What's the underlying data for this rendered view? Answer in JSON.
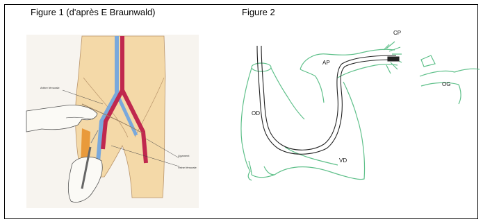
{
  "figure1": {
    "caption": "Figure 1 (d'après E Braunwald)",
    "labels": {
      "artery": "Artère fémorale",
      "ligament": "Ligament",
      "vein": "Veine fémorale"
    }
  },
  "figure2": {
    "caption": "Figure 2",
    "labels": {
      "cp": "CP",
      "ap": "AP",
      "od": "OD",
      "vd": "VD",
      "og": "OG"
    }
  },
  "colors": {
    "skin": "#f4d9a8",
    "artery": "#c0284e",
    "vein": "#7aa9dc",
    "heart_outline": "#5fc08a",
    "catheter": "#222222"
  }
}
